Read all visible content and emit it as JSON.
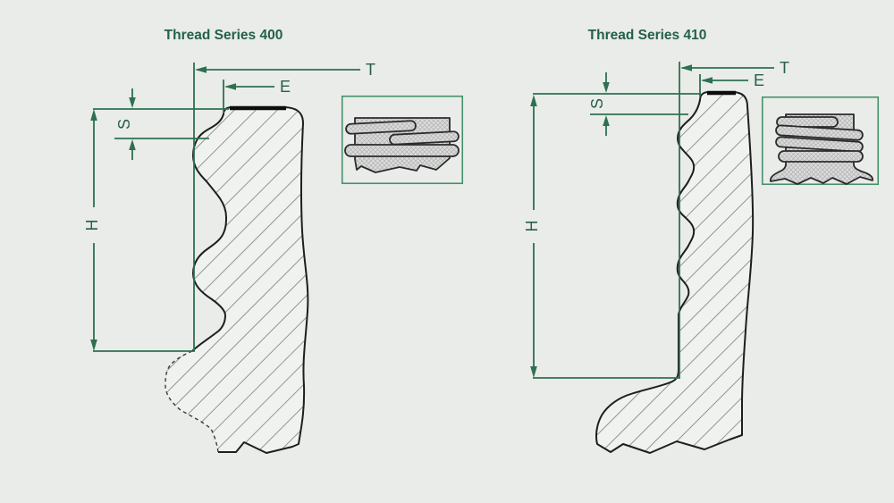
{
  "page": {
    "background_color": "#e9ece9",
    "accent_green": "#2e7050",
    "title_green": "#23604a",
    "profile_outline_color": "#1e1e1e",
    "profile_fill_color": "#f0f2ef",
    "hatch_color": "#949494",
    "inset_border_color": "#46916c",
    "inset_fill_color": "#dcdcdc"
  },
  "diagrams": [
    {
      "title": "Thread Series 400",
      "labels": {
        "t": "T",
        "e": "E",
        "s": "S",
        "h": "H"
      },
      "inset_icon": "thread-400-neck-finish-illustration",
      "profile_style": "one-turn thread, dashed bead below H datum, broken lower edge"
    },
    {
      "title": "Thread Series 410",
      "labels": {
        "t": "T",
        "e": "E",
        "s": "S",
        "h": "H"
      },
      "inset_icon": "thread-410-neck-finish-illustration",
      "profile_style": "multi-turn tall thread, flared shoulder at base, broken lower edge"
    }
  ]
}
